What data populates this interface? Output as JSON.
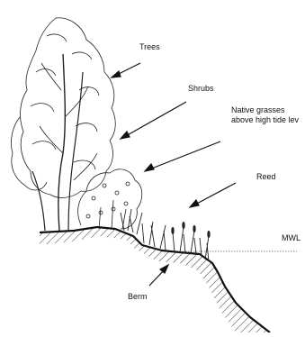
{
  "labels": {
    "trees": "Trees",
    "shrubs": "Shrubs",
    "grasses_line1": "Native grasses",
    "grasses_line2": "above high tide lev",
    "reed": "Reed",
    "mwl": "MWL",
    "berm": "Berm"
  },
  "colors": {
    "ink": "#111111",
    "hatch": "#333333",
    "water_line": "#888888"
  }
}
